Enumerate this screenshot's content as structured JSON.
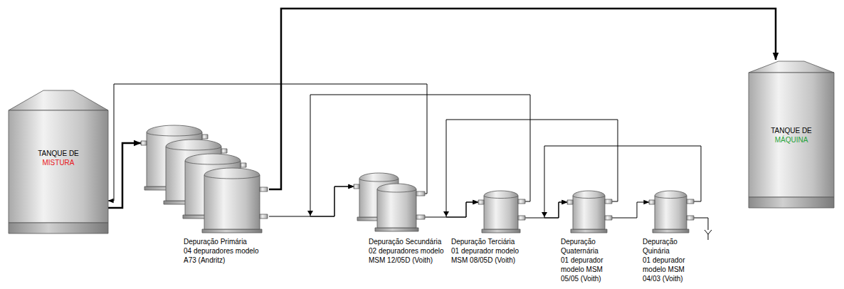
{
  "diagram": {
    "nodes": [
      {
        "text": [
          "TANQUE DE",
          "MISTURA"
        ]
      },
      {
        "text": [
          "Depuração Primária",
          "04 depuradores modelo A73 (Andritz)"
        ]
      },
      {
        "text": [
          "Depuração Secundária",
          "02 depuradores modelo MSM 12/05D (Voith)"
        ]
      },
      {
        "text": [
          "Depuração Terciária",
          "01 depurador modelo MSM 08/05D (Voith)"
        ]
      },
      {
        "text": [
          "Depuração Quaternária",
          "01 depurador modelo MSM 05/05 (Voith)"
        ]
      },
      {
        "text": [
          "Depuração Quinária",
          "01 depurador modelo MSM 04/03 (Voith)"
        ]
      },
      {
        "text": [
          "TANQUE DE",
          "MÁQUINA"
        ]
      }
    ],
    "edges": [
      {
        "from": 0,
        "to": 1,
        "arrow": "to"
      },
      {
        "from": 1,
        "to": 6,
        "arrow": "to"
      },
      {
        "from": 1,
        "to": 2,
        "arrow": "to"
      },
      {
        "from": 2,
        "to": 0,
        "arrow": "to"
      },
      {
        "from": 2,
        "to": 3,
        "arrow": "to"
      },
      {
        "from": 3,
        "to": 2,
        "arrow": "to"
      },
      {
        "from": 3,
        "to": 4,
        "arrow": "to"
      },
      {
        "from": 4,
        "to": 3,
        "arrow": "to"
      },
      {
        "from": 4,
        "to": 5,
        "arrow": "to"
      },
      {
        "from": 5,
        "to": 4,
        "arrow": "to"
      }
    ]
  }
}
